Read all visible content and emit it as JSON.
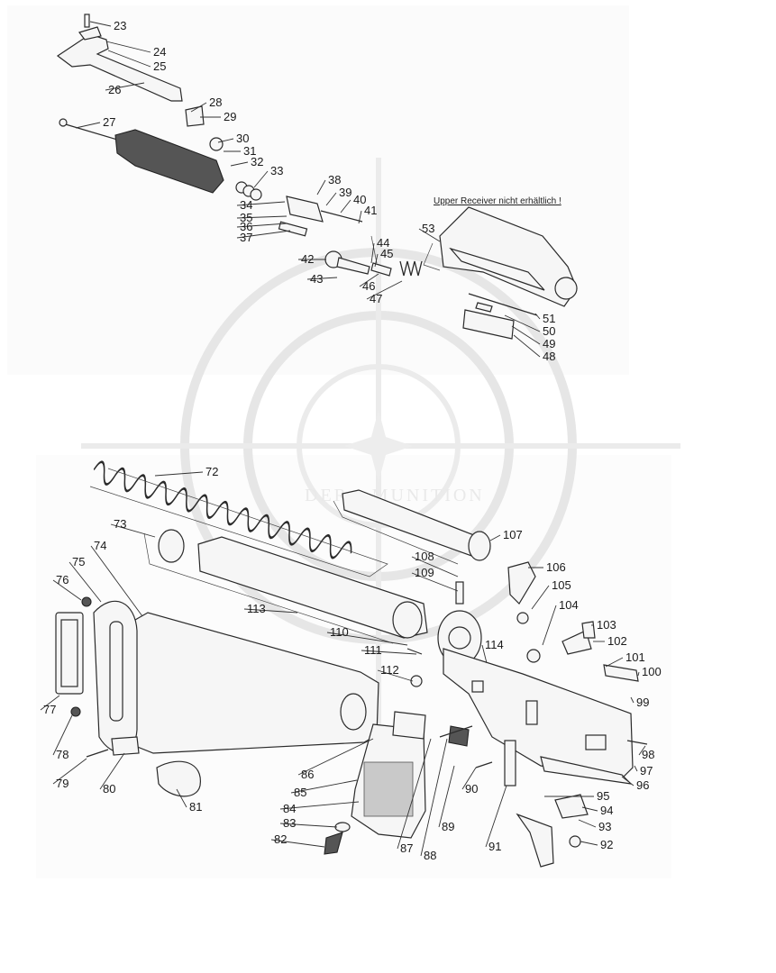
{
  "diagram": {
    "note": "Upper Receiver nicht erhältlich !",
    "watermark_text": "DER · MUNITION",
    "callouts": [
      "23",
      "24",
      "25",
      "26",
      "27",
      "28",
      "29",
      "30",
      "31",
      "32",
      "33",
      "34",
      "35",
      "36",
      "37",
      "38",
      "39",
      "40",
      "41",
      "42",
      "43",
      "44",
      "45",
      "46",
      "47",
      "48",
      "49",
      "50",
      "51",
      "53",
      "72",
      "73",
      "74",
      "75",
      "76",
      "77",
      "78",
      "79",
      "80",
      "81",
      "82",
      "83",
      "84",
      "85",
      "86",
      "87",
      "88",
      "89",
      "90",
      "91",
      "92",
      "93",
      "94",
      "95",
      "96",
      "97",
      "98",
      "99",
      "100",
      "101",
      "102",
      "103",
      "104",
      "105",
      "106",
      "107",
      "108",
      "109",
      "110",
      "111",
      "112",
      "113",
      "114"
    ]
  }
}
